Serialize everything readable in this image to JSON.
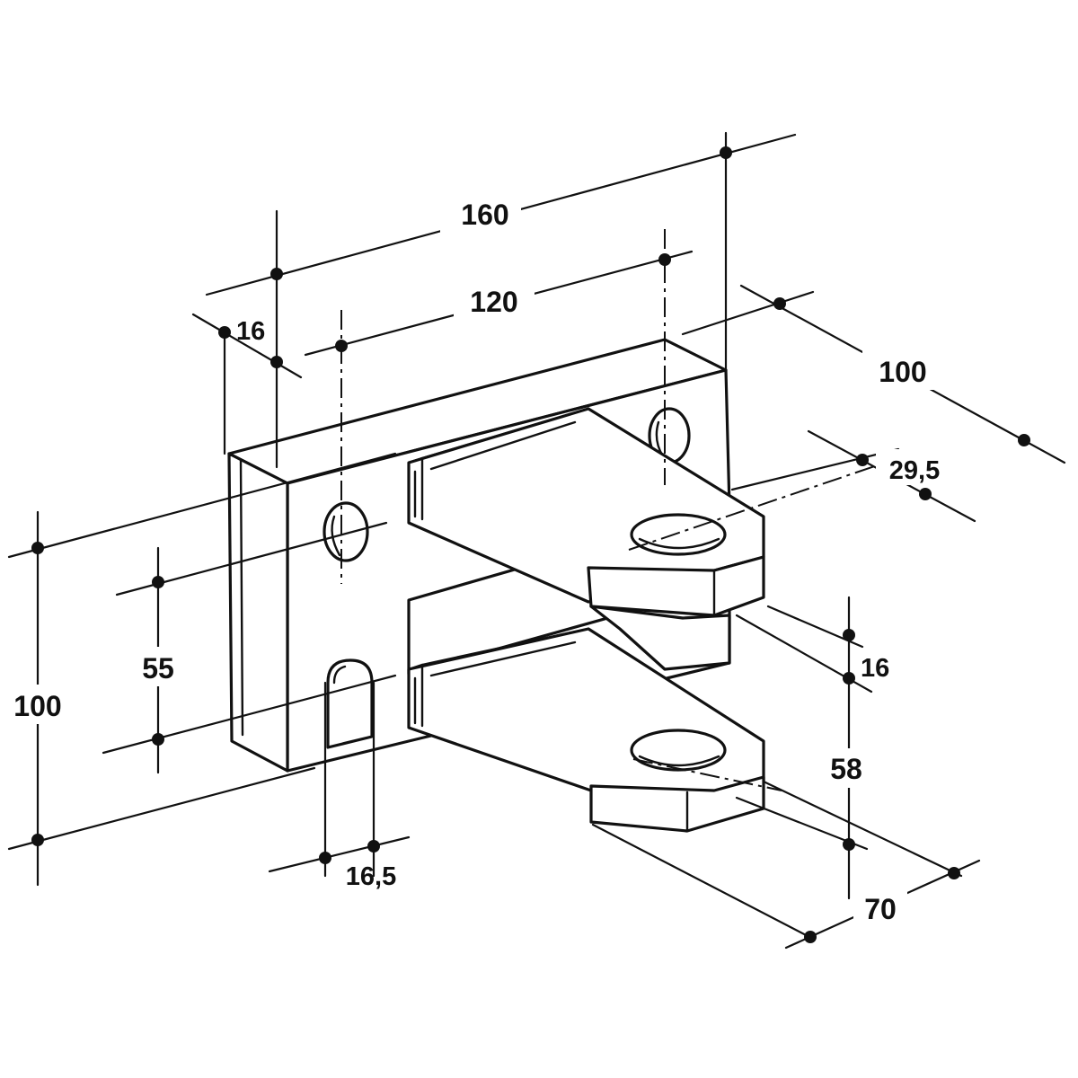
{
  "dimensions": {
    "overall_width": "160",
    "hole_spacing_horizontal": "120",
    "plate_thickness": "16",
    "depth": "100",
    "pin_hole_diameter": "29,5",
    "lug_thickness": "16",
    "lug_spacing": "58",
    "lug_length": "70",
    "plate_height": "100",
    "hole_spacing_vertical": "55",
    "slot_width": "16,5"
  }
}
